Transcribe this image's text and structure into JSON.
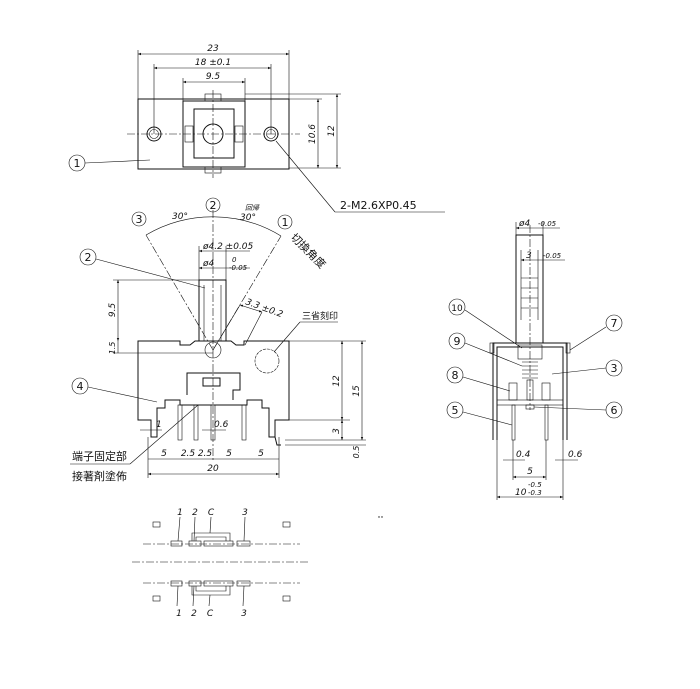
{
  "top_view": {
    "dim_width": "23",
    "dim_hole_pitch": "18 ±0.1",
    "dim_inner": "9.5",
    "dim_h1": "10.6",
    "dim_h2": "12",
    "callout_1": "1",
    "thread_note": "2-M2.6XP0.45"
  },
  "front_view": {
    "pos_3": "3",
    "pos_2": "2",
    "pos_1": "1",
    "angle_left": "30°",
    "angle_right": "30°",
    "return_note": "回帰",
    "switch_angle_note": "切換角度",
    "dim_shaft_outer": "ø4.2 ±0.05",
    "dim_shaft": "ø4",
    "tol_upper": "0",
    "tol_lower": "-0.05",
    "callout_2": "2",
    "dim_shaft_len": "9.5",
    "dim_1_5": "1.5",
    "dim_3_3": "3.3 ±0.2",
    "mark_note": "三省刻印",
    "callout_4": "4",
    "dim_1": "1",
    "dim_0_6": "0.6",
    "dim_12": "12",
    "dim_15": "15",
    "dim_3": "3",
    "dim_0_5": "0.5",
    "pitch": [
      "5",
      "2.5",
      "2.5",
      "5",
      "5"
    ],
    "dim_20": "20",
    "adhesive_note_1": "端子固定部",
    "adhesive_note_2": "接著剤塗佈"
  },
  "side_view": {
    "dim_shaft": "ø4",
    "dim_shaft_tol": "-0.05",
    "dim_flat": "3",
    "dim_flat_tol": "-0.05",
    "dim_0_4": "0.4",
    "dim_0_6": "0.6",
    "dim_5": "5",
    "dim_10": "10",
    "dim_10_tol_upper": "-0.5",
    "dim_10_tol_lower": "-0.3",
    "callouts": [
      "10",
      "9",
      "8",
      "5",
      "7",
      "3",
      "6"
    ]
  },
  "footprint": {
    "top_labels": [
      "1",
      "2",
      "C",
      "3"
    ],
    "bottom_labels": [
      "1",
      "2",
      "C",
      "3"
    ]
  }
}
